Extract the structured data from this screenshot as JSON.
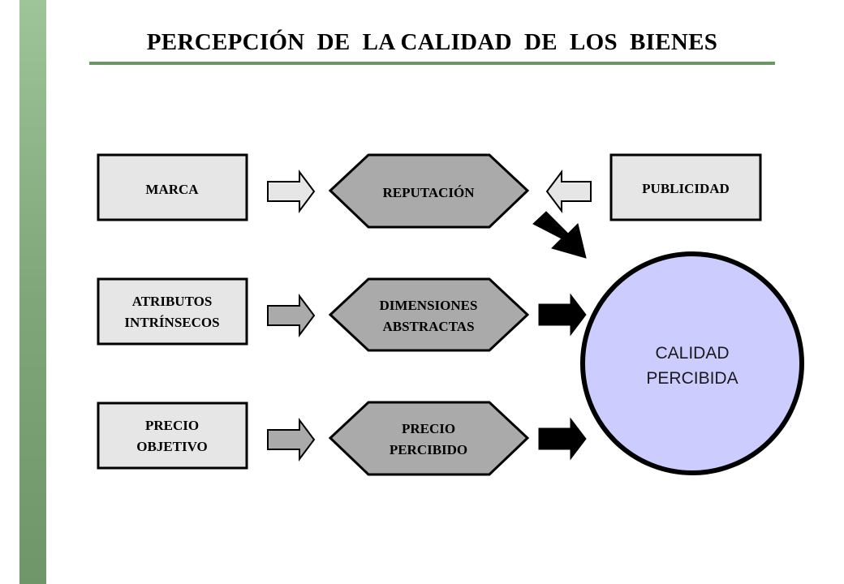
{
  "title": "PERCEPCIÓN  DE  LA CALIDAD  DE  LOS  BIENES",
  "colors": {
    "accent": "#6f9669",
    "box_fill": "#e6e6e6",
    "hexagon_fill": "#aaaaaa",
    "circle_fill": "#ccccff",
    "arrow_light": "#e6e6e6",
    "arrow_mid": "#aaaaaa",
    "arrow_dark": "#000000"
  },
  "boxes": {
    "marca": [
      "MARCA"
    ],
    "publicidad": [
      "PUBLICIDAD"
    ],
    "atributos": [
      "ATRIBUTOS",
      "INTRÍNSECOS"
    ],
    "precio_objetivo": [
      "PRECIO",
      "OBJETIVO"
    ]
  },
  "hexagons": {
    "reputacion": [
      "REPUTACIÓN"
    ],
    "dimensiones": [
      "DIMENSIONES",
      "ABSTRACTAS"
    ],
    "precio_percibido": [
      "PRECIO",
      "PERCIBIDO"
    ]
  },
  "result": [
    "CALIDAD",
    "PERCIBIDA"
  ]
}
